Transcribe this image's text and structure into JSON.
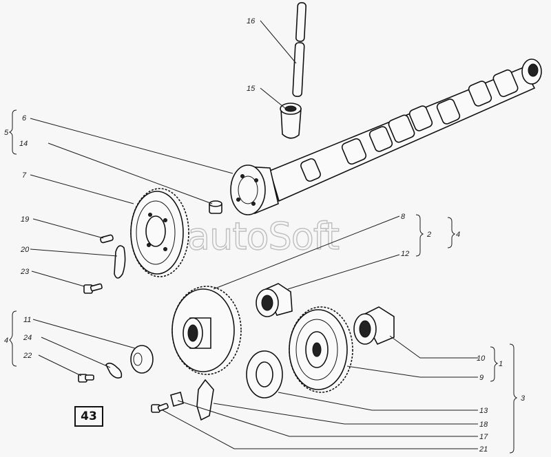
{
  "figure_number": "43",
  "watermark": "autoSoft",
  "callouts": {
    "c1": "1",
    "c2": "2",
    "c3": "3",
    "c4a": "4",
    "c4b": "4",
    "c5": "5",
    "c6": "6",
    "c7": "7",
    "c8": "8",
    "c9": "9",
    "c10": "10",
    "c11": "11",
    "c12": "12",
    "c13": "13",
    "c14": "14",
    "c15": "15",
    "c16": "16",
    "c17": "17",
    "c18": "18",
    "c19": "19",
    "c20": "20",
    "c21": "21",
    "c22": "22",
    "c23": "23",
    "c24": "24"
  }
}
